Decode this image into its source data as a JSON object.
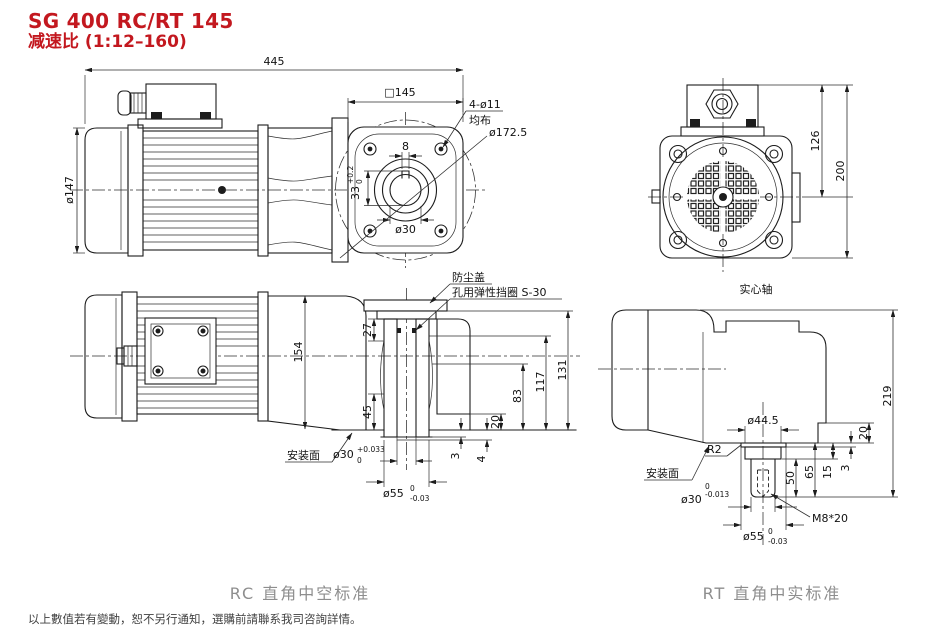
{
  "title": {
    "line1": "SG 400 RC/RT 145",
    "line2": "减速比 (1:12–160)"
  },
  "colors": {
    "title_red": "#c3181f",
    "line": "#1c1c1c",
    "caption_gray": "#8e8e8e",
    "footer_gray": "#3f3f3f",
    "background": "#ffffff"
  },
  "views": {
    "rc_side": {
      "dim_overall_length": "445",
      "dim_motor_diameter": "ø147"
    },
    "rc_flange_front": {
      "dim_flange_square": "□145",
      "label_bolt_holes": "4-ø11",
      "label_bolt_holes_note": "均布",
      "dim_bolt_circle": "ø172.5",
      "dim_keyway_width": "8",
      "dim_keyway_depth": {
        "base": "33",
        "upper": "+0.2",
        "lower": "0"
      },
      "dim_bore": "ø30"
    },
    "motor_back": {
      "dim_center_to_top": "126",
      "dim_overall_height": "200"
    },
    "rc_top_section": {
      "dim_motor_width": "154",
      "dim_27": "27",
      "dim_45": "45",
      "dim_131": "131",
      "dim_117": "117",
      "dim_83": "83",
      "dim_20": "20",
      "dim_3": "3",
      "dim_4": "4",
      "label_dust_cover": "防尘盖",
      "label_circlip": "孔用弹性挡圈 S-30",
      "label_mounting_face": "安装面",
      "dim_bore": {
        "base": "ø30",
        "upper": "+0.033",
        "lower": "0"
      },
      "dim_spigot": {
        "base": "ø55",
        "upper": "0",
        "lower": "-0.03"
      }
    },
    "rt_side": {
      "label_solid_shaft": "实心轴",
      "dim_overall_height": "219",
      "dim_20": "20",
      "dim_3": "3",
      "dim_15": "15",
      "dim_65": "65",
      "dim_50": "50",
      "dim_shaft_collar": "ø44.5",
      "label_fillet": "R2",
      "label_mounting_face": "安装面",
      "dim_shaft": {
        "base": "ø30",
        "upper": "0",
        "lower": "-0.013"
      },
      "dim_spigot": {
        "base": "ø55",
        "upper": "0",
        "lower": "-0.03"
      },
      "label_tapped_hole": "M8*20"
    }
  },
  "captions": {
    "rc": "RC 直角中空标准",
    "rt": "RT 直角中实标准"
  },
  "footer": "以上數值若有變動，恕不另行通知，選購前請聯系我司咨詢詳情。"
}
